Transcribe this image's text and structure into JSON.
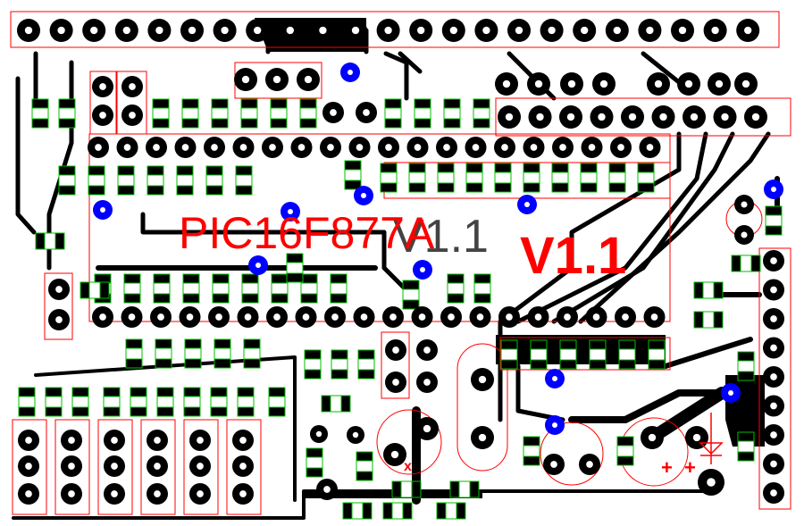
{
  "board": {
    "title": "PIC16F877A",
    "ghost_text": "V1.1",
    "version": "V1.1"
  },
  "colors": {
    "copper": "#000000",
    "silkscreen": "#ff0000",
    "smd_pad": "#00c000",
    "via": "#0000ff",
    "background": "#ffffff"
  },
  "markings": {
    "plus_1": "+",
    "plus_2": "+",
    "cross": "x"
  }
}
